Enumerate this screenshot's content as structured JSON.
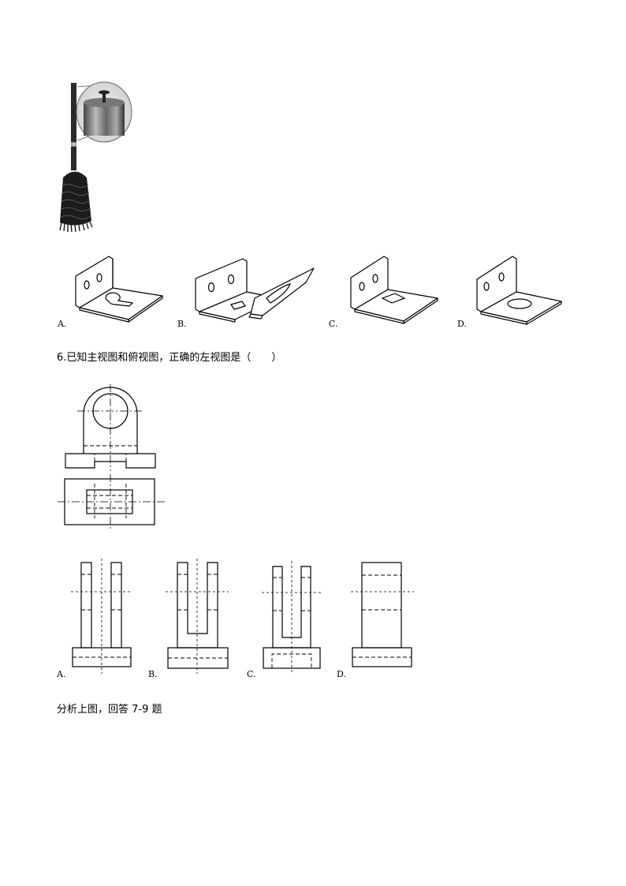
{
  "q6": {
    "stem": "6.已知主视图和俯视图，正确的左视图是（　　）"
  },
  "bracket_options": {
    "a": "A.",
    "b": "B.",
    "c": "C.",
    "d": "D."
  },
  "view_options": {
    "a": "A.",
    "b": "B.",
    "c": "C.",
    "d": "D."
  },
  "instruction": "分析上图，回答 7-9 题"
}
